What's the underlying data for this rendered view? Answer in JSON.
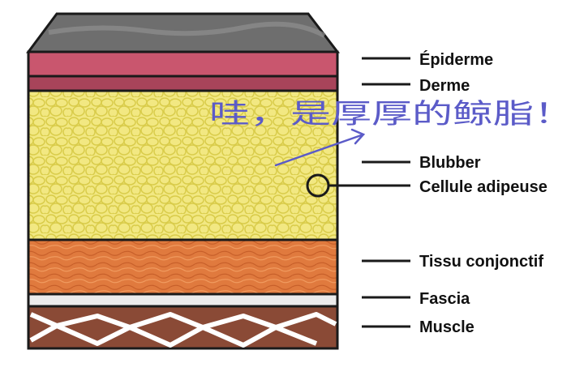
{
  "diagram": {
    "layers": [
      {
        "key": "epidermis",
        "label": "Épiderme"
      },
      {
        "key": "dermis",
        "label": "Derme"
      },
      {
        "key": "blubber",
        "label": "Blubber"
      },
      {
        "key": "fat-cell",
        "label": "Cellule adipeuse"
      },
      {
        "key": "connective",
        "label": "Tissu conjonctif"
      },
      {
        "key": "fascia",
        "label": "Fascia"
      },
      {
        "key": "muscle",
        "label": "Muscle"
      }
    ],
    "annotation": "哇，是厚厚的鲸脂！"
  },
  "colors": {
    "top": "#6e6e6e",
    "epidermis": "#c9566e",
    "dermis": "#a8445a",
    "blubber": "#f2e882",
    "blubber_cells": "#d9cc4a",
    "connective": "#e07a3e",
    "fascia": "#ececec",
    "muscle": "#8a4a36",
    "outline": "#1a1a1a",
    "annotation": "#5b5bc8"
  },
  "icons": {
    "fat_cell_marker": "circle-marker-icon",
    "pointer": "arrow-icon"
  }
}
